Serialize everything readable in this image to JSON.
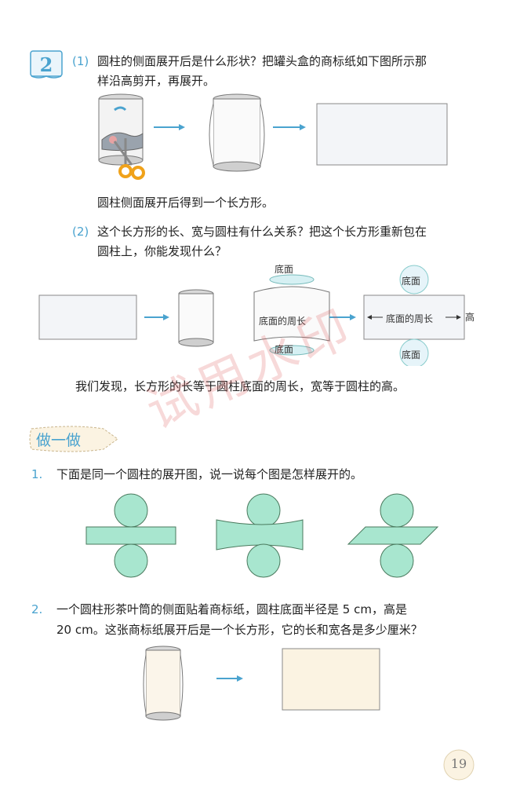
{
  "example": {
    "number": "2",
    "part1_marker": "(1)",
    "part1_line1": "圆柱的侧面展开后是什么形状？把罐头盒的商标纸如下图所示那",
    "part1_line2": "样沿高剪开，再展开。",
    "part1_conclusion": "圆柱侧面展开后得到一个长方形。",
    "part2_marker": "(2)",
    "part2_line1": "这个长方形的长、宽与圆柱有什么关系？把这个长方形重新包在",
    "part2_line2": "圆柱上，你能发现什么？",
    "diagram2": {
      "top_base_label": "底面",
      "bottom_base_label": "底面",
      "wrap_label": "底面的周长",
      "rect_length_label": "底面的周长",
      "rect_height_label": "高",
      "rect_top_circle_label": "底面",
      "rect_bottom_circle_label": "底面"
    },
    "discovery": "我们发现，长方形的长等于圆柱底面的周长，宽等于圆柱的高。"
  },
  "section": {
    "title": "做一做"
  },
  "exercises": [
    {
      "number": "1.",
      "text": "下面是同一个圆柱的展开图，说一说每个图是怎样展开的。"
    },
    {
      "number": "2.",
      "line1": "一个圆柱形茶叶筒的侧面贴着商标纸，圆柱底面半径是 5 cm，高是",
      "line2": "20 cm。这张商标纸展开后是一个长方形，它的长和宽各是多少厘米？"
    }
  ],
  "watermark": "试用水印",
  "page_number": "19",
  "colors": {
    "accent_blue": "#4aa3cf",
    "net_green": "#a8e6cf",
    "net_stroke": "#4a7a5e",
    "label_cream": "#fbf3e2"
  }
}
